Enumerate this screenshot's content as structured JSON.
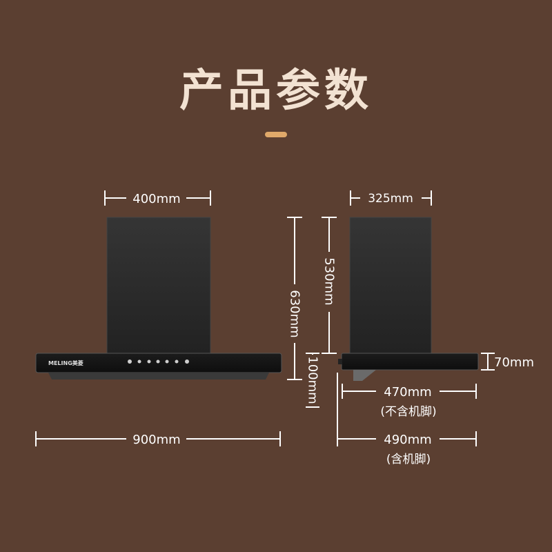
{
  "title": "产品参数",
  "brand": "MELING美菱",
  "colors": {
    "background": "#5b3f31",
    "accent": "#e0a96a",
    "hood": "#2b2b2b"
  },
  "dimensions": {
    "front_top_width": "400mm",
    "front_total_height": "630mm",
    "front_total_width": "900mm",
    "side_top_width": "325mm",
    "side_chimney_height": "530mm",
    "side_bottom_height": "100mm",
    "side_body_thickness": "70mm",
    "side_depth_without_feet": "470mm",
    "side_depth_without_feet_note": "(不含机脚)",
    "side_depth_with_feet": "490mm",
    "side_depth_with_feet_note": "(含机脚)"
  }
}
